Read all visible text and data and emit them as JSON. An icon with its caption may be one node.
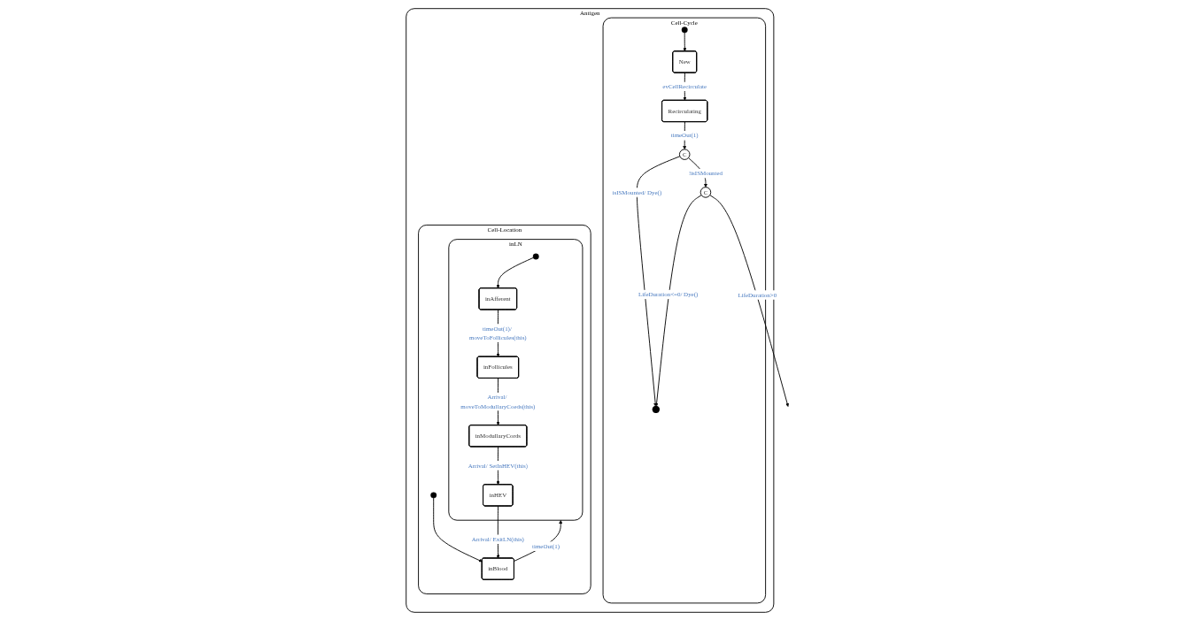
{
  "diagram": {
    "nodes": [
      {
        "text": [
          "Antigen"
        ]
      },
      {
        "text": [
          "Cell-Cycle"
        ],
        "in": 0
      },
      {
        "text": [],
        "shape": "circle",
        "in": 1
      },
      {
        "text": [
          "New"
        ],
        "in": 1
      },
      {
        "text": [
          "Recirculating"
        ],
        "in": 1
      },
      {
        "text": [
          "C"
        ],
        "in": 1
      },
      {
        "text": [
          "C"
        ],
        "in": 1
      },
      {
        "text": [],
        "shape": "circle",
        "in": 1
      },
      {
        "text": [
          "Cell-Location"
        ],
        "in": 0
      },
      {
        "text": [],
        "shape": "circle",
        "in": 8
      },
      {
        "text": [
          "inBlood"
        ],
        "in": 8
      },
      {
        "text": [
          "inLN"
        ],
        "in": 8
      },
      {
        "text": [],
        "shape": "circle",
        "in": 11
      },
      {
        "text": [
          "inAfferent"
        ],
        "in": 11
      },
      {
        "text": [
          "inFollicules"
        ],
        "in": 11
      },
      {
        "text": [
          "inModullaryCords"
        ],
        "in": 11
      },
      {
        "text": [
          "inHEV"
        ],
        "in": 11
      }
    ],
    "edges": [
      {
        "from": 2,
        "to": 3,
        "arrow": "to"
      },
      {
        "from": 3,
        "to": 4,
        "label": "evCellRecirculate",
        "arrow": "to"
      },
      {
        "from": 4,
        "to": 5,
        "label": "timeOut(1)",
        "arrow": "to"
      },
      {
        "from": 5,
        "to": 6,
        "label": "!isISMounted",
        "arrow": "to"
      },
      {
        "from": 5,
        "to": 7,
        "label": "isISMounted/ Dye()",
        "arrow": "to"
      },
      {
        "from": 6,
        "to": 7,
        "label": "LifeDuration<=0/ Dye()",
        "arrow": "to"
      },
      {
        "from": 6,
        "to": null,
        "label": "LifeDuration>0",
        "arrow": "to"
      },
      {
        "from": 9,
        "to": 10,
        "arrow": "to"
      },
      {
        "from": 10,
        "to": 11,
        "label": "timeOut(1)",
        "arrow": "to"
      },
      {
        "from": 12,
        "to": 13,
        "arrow": "to"
      },
      {
        "from": 13,
        "to": 14,
        "label": "timeOut(1)/ moveToFollicules(this)",
        "arrow": "to"
      },
      {
        "from": 14,
        "to": 15,
        "label": "Arrival/ moveToModullaryCoeds(this)",
        "arrow": "to"
      },
      {
        "from": 15,
        "to": 16,
        "label": "Arrival/ SetInHEV(this)",
        "arrow": "to"
      },
      {
        "from": 16,
        "to": 10,
        "label": "Arrival/ ExitLN(this)",
        "arrow": "to"
      }
    ]
  }
}
